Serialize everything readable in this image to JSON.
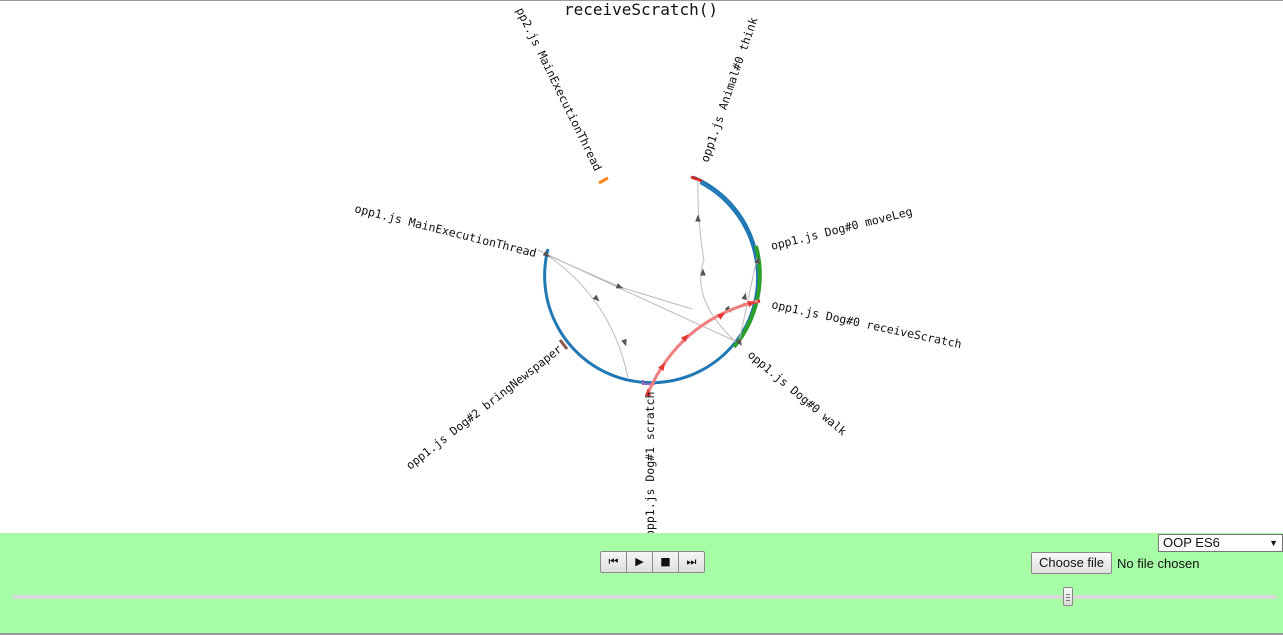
{
  "diagram": {
    "title": "receiveScratch()",
    "nodes": [
      {
        "id": "pp2-main",
        "label": "pp2.js MainExecutionThread",
        "color": "#ff7f0e"
      },
      {
        "id": "animal0-think",
        "label": "opp1.js Animal#0 think",
        "color": "#d62728"
      },
      {
        "id": "dog0-moveleg",
        "label": "opp1.js Dog#0 moveLeg",
        "color": "#2ca02c"
      },
      {
        "id": "dog0-receivescratch",
        "label": "opp1.js Dog#0 receiveScratch",
        "color": "#d62728"
      },
      {
        "id": "dog0-walk",
        "label": "opp1.js Dog#0 walk",
        "color": "#1f77b4"
      },
      {
        "id": "dog1-scratch",
        "label": "opp1.js Dog#1 scratch",
        "color": "#9467bd"
      },
      {
        "id": "dog2-bringnewspaper",
        "label": "opp1.js Dog#2 bringNewspaper",
        "color": "#8c564b"
      },
      {
        "id": "opp1-main",
        "label": "opp1.js MainExecutionThread",
        "color": "#1f77b4"
      }
    ],
    "colors": {
      "main_arc": "#1f77b4",
      "active_edge": "#f08080",
      "edge": "#bbbbbb",
      "arrow": "#555555"
    }
  },
  "controls": {
    "buttons": {
      "first": "⏮",
      "play": "▶",
      "stop": "■",
      "last": "⏭"
    },
    "file": {
      "button_label": "Choose file",
      "status": "No file chosen"
    },
    "example_select": {
      "selected": "OOP ES6",
      "arrow": "▼"
    },
    "timeline": {
      "position": 0.835
    },
    "panel_color": "#a7fca6"
  }
}
